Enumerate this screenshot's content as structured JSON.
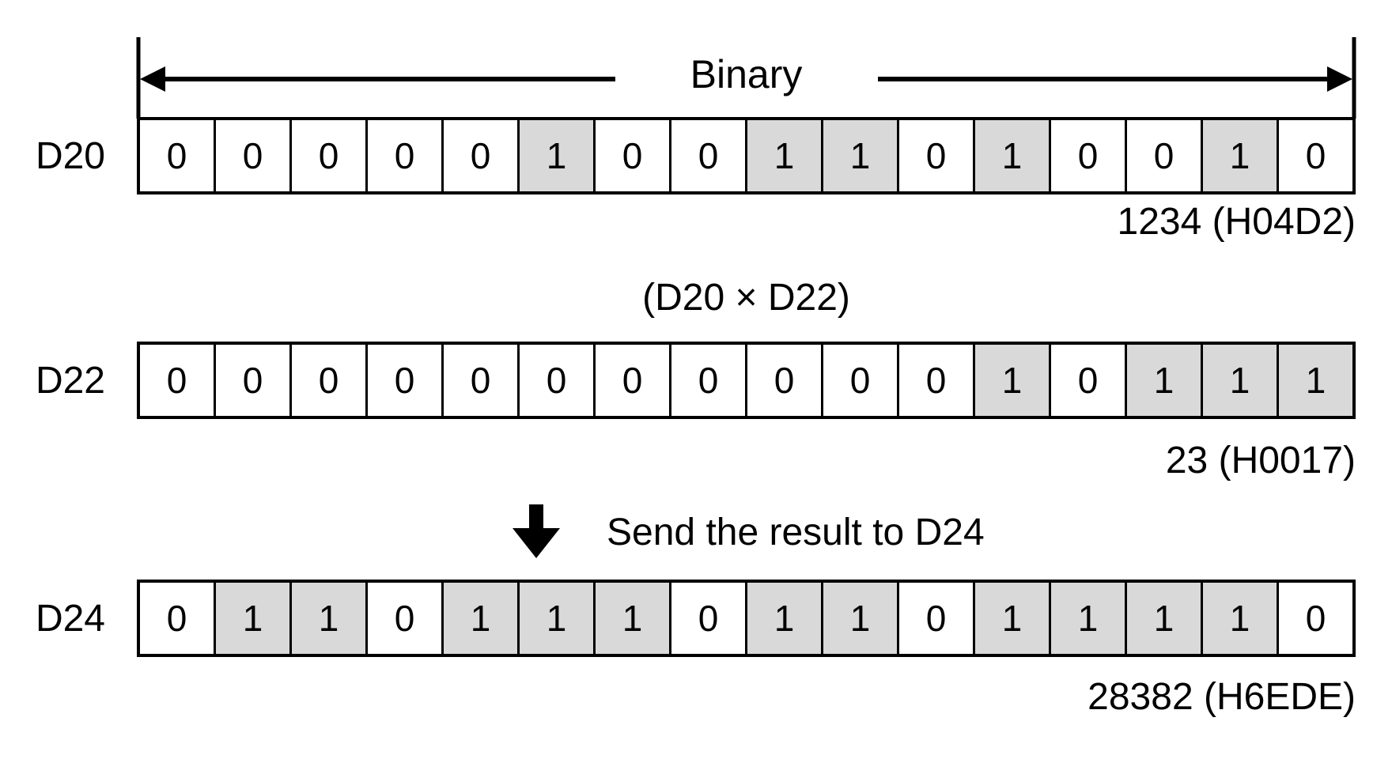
{
  "binary_label": "Binary",
  "operation_label": "(D20 × D22)",
  "result_caption": "Send the result to D24",
  "colors": {
    "line": "#000000",
    "text": "#000000",
    "bit_on_bg": "#d9d9d9",
    "bit_off_bg": "#ffffff"
  },
  "icons": {
    "range_left_arrow": "←",
    "range_right_arrow": "→",
    "down_arrow": "↓"
  },
  "registers": [
    {
      "name": "D20",
      "bits": [
        "0",
        "0",
        "0",
        "0",
        "0",
        "1",
        "0",
        "0",
        "1",
        "1",
        "0",
        "1",
        "0",
        "0",
        "1",
        "0"
      ],
      "value_label": "1234 (H04D2)"
    },
    {
      "name": "D22",
      "bits": [
        "0",
        "0",
        "0",
        "0",
        "0",
        "0",
        "0",
        "0",
        "0",
        "0",
        "0",
        "1",
        "0",
        "1",
        "1",
        "1"
      ],
      "value_label": "23 (H0017)"
    },
    {
      "name": "D24",
      "bits": [
        "0",
        "1",
        "1",
        "0",
        "1",
        "1",
        "1",
        "0",
        "1",
        "1",
        "0",
        "1",
        "1",
        "1",
        "1",
        "0"
      ],
      "value_label": "28382 (H6EDE)"
    }
  ]
}
